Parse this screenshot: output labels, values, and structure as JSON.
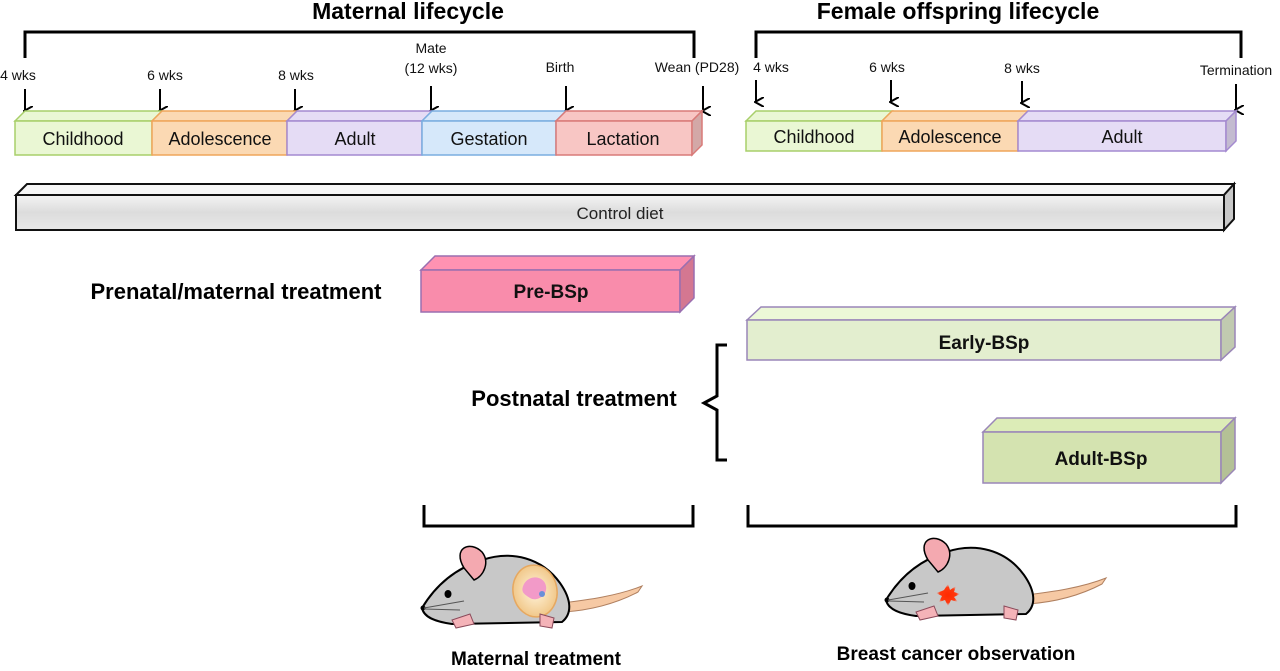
{
  "maternal": {
    "title": "Maternal lifecycle",
    "markers": [
      "4 wks",
      "6 wks",
      "8 wks",
      "Mate",
      "(12 wks)",
      "Birth",
      "Wean (PD28)"
    ],
    "stages": [
      {
        "label": "Childhood",
        "fill": "#eaf7d4",
        "stroke": "#a8cf6a"
      },
      {
        "label": "Adolescence",
        "fill": "#fbd9b3",
        "stroke": "#efa55a"
      },
      {
        "label": "Adult",
        "fill": "#e5dcf5",
        "stroke": "#a48ad0"
      },
      {
        "label": "Gestation",
        "fill": "#d6e8fa",
        "stroke": "#7aaee0"
      },
      {
        "label": "Lactation",
        "fill": "#f8c6c4",
        "stroke": "#d97a78"
      }
    ]
  },
  "offspring": {
    "title": "Female offspring lifecycle",
    "markers": [
      "4 wks",
      "6 wks",
      "8 wks",
      "Termination"
    ],
    "stages": [
      {
        "label": "Childhood",
        "fill": "#eaf7d4",
        "stroke": "#a8cf6a"
      },
      {
        "label": "Adolescence",
        "fill": "#fbd9b3",
        "stroke": "#efa55a"
      },
      {
        "label": "Adult",
        "fill": "#e5dcf5",
        "stroke": "#a48ad0"
      }
    ]
  },
  "control_diet": {
    "label": "Control diet"
  },
  "treatments": {
    "prenatal_label": "Prenatal/maternal treatment",
    "postnatal_label": "Postnatal treatment",
    "pre": {
      "label": "Pre-BSp",
      "fill": "#f98cab"
    },
    "early": {
      "label": "Early-BSp",
      "fill": "#e3eecf"
    },
    "adult": {
      "label": "Adult-BSp",
      "fill": "#d4e3b0"
    }
  },
  "captions": {
    "maternal": "Maternal treatment",
    "observation": "Breast cancer observation"
  }
}
